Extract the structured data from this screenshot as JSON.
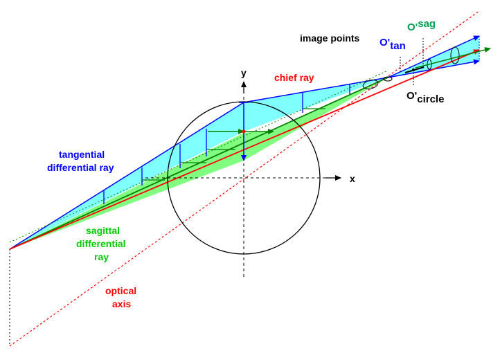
{
  "labels": {
    "image_points": "image points",
    "o_tan_main": "O'",
    "o_tan_sub": "tan",
    "o_sag_main": "O'",
    "o_sag_sub": "sag",
    "o_circle_main": "O'",
    "o_circle_sub": "circle",
    "chief_ray": "chief ray",
    "y_axis": "y",
    "x_axis": "x",
    "tangential_line1": "tangential",
    "tangential_line2": "differential ray",
    "sagittal_line1": "sagittal",
    "sagittal_line2": "differential",
    "sagittal_line3": "ray",
    "optical_line1": "optical",
    "optical_line2": "axis"
  },
  "colors": {
    "tangential": "#0000ff",
    "sagittal": "#00cc00",
    "chief": "#ff0000",
    "cyan_fill": "#80ffff",
    "green_fill": "#80ff80",
    "dark_green": "#008000",
    "sag_label": "#00a050"
  }
}
